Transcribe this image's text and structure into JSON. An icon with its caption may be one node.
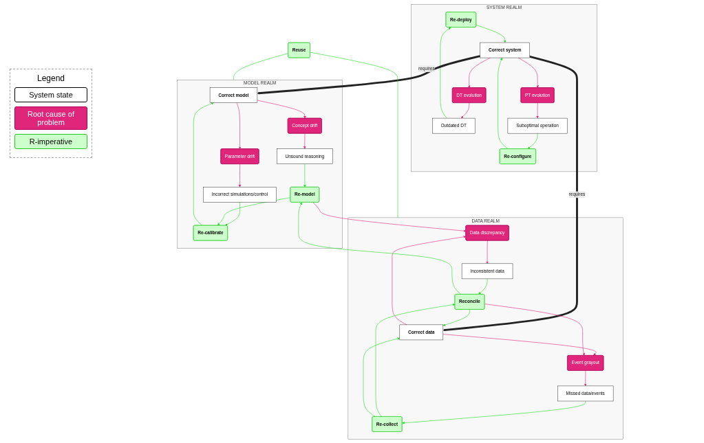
{
  "diagram": {
    "nodes": [
      {
        "text": [
          "SYSTEM REALM"
        ]
      },
      {
        "text": [
          "Re-deploy"
        ],
        "in": 0
      },
      {
        "text": [
          "Re-configure"
        ],
        "in": 0
      },
      {
        "text": [
          "Outdated DT"
        ],
        "in": 0
      },
      {
        "text": [
          "Suboptimal operation"
        ],
        "in": 0
      },
      {
        "text": [
          "DT evolution"
        ],
        "in": 0
      },
      {
        "text": [
          "PT evolution"
        ],
        "in": 0
      },
      {
        "text": [
          "Correct system"
        ],
        "in": 0
      },
      {
        "text": [
          "MODEL REALM"
        ]
      },
      {
        "text": [
          "Correct model"
        ],
        "in": 8
      },
      {
        "text": [
          "Parameter drift"
        ],
        "in": 8
      },
      {
        "text": [
          "Concept drift"
        ],
        "in": 8
      },
      {
        "text": [
          "Incorrect simulations/control"
        ],
        "in": 8
      },
      {
        "text": [
          "Unsound reasoning"
        ],
        "in": 8
      },
      {
        "text": [
          "Re-calibrate"
        ],
        "in": 8
      },
      {
        "text": [
          "Re-model"
        ],
        "in": 8
      },
      {
        "text": [
          "DATA REALM"
        ]
      },
      {
        "text": [
          "Correct data"
        ],
        "in": 16
      },
      {
        "text": [
          "Data discrepancy"
        ],
        "in": 16
      },
      {
        "text": [
          "Event grayout"
        ],
        "in": 16
      },
      {
        "text": [
          "Inconsistent data"
        ],
        "in": 16
      },
      {
        "text": [
          "Missed data/events"
        ],
        "in": 16
      },
      {
        "text": [
          "Reconcile"
        ],
        "in": 16
      },
      {
        "text": [
          "Re-collect"
        ],
        "in": 16
      },
      {
        "text": [
          "Reuse"
        ]
      }
    ],
    "edges": [
      {
        "from": 7,
        "to": 5,
        "arrow": "to",
        "color": "#e0267a"
      },
      {
        "from": 7,
        "to": 6,
        "arrow": "to",
        "color": "#e0267a"
      },
      {
        "from": 5,
        "to": 3,
        "arrow": "to",
        "color": "#e0267a"
      },
      {
        "from": 6,
        "to": 4,
        "arrow": "to",
        "color": "#e0267a"
      },
      {
        "from": 3,
        "to": 1,
        "arrow": "to"
      },
      {
        "from": 4,
        "to": 2,
        "arrow": "to"
      },
      {
        "from": 1,
        "to": 7,
        "arrow": "to"
      },
      {
        "from": 2,
        "to": 7,
        "arrow": "to"
      },
      {
        "from": 7,
        "to": 9,
        "arrow": "to",
        "label": "requires",
        "style": "thick",
        "color": "#222222"
      },
      {
        "from": 7,
        "to": 17,
        "arrow": "to",
        "label": "requires",
        "style": "thick",
        "color": "#222222"
      },
      {
        "from": 9,
        "to": 10,
        "arrow": "to",
        "color": "#e0267a"
      },
      {
        "from": 9,
        "to": 11,
        "arrow": "to",
        "color": "#e0267a"
      },
      {
        "from": 10,
        "to": 12,
        "arrow": "to",
        "color": "#e0267a"
      },
      {
        "from": 11,
        "to": 13,
        "arrow": "to",
        "color": "#e0267a"
      },
      {
        "from": 12,
        "to": 14,
        "arrow": "to"
      },
      {
        "from": 13,
        "to": 15,
        "arrow": "to"
      },
      {
        "from": 15,
        "to": 14,
        "arrow": "to"
      },
      {
        "from": 14,
        "to": 9,
        "arrow": "to"
      },
      {
        "from": 15,
        "to": 18,
        "arrow": "to",
        "color": "#e0267a"
      },
      {
        "from": 17,
        "to": 18,
        "arrow": "to",
        "color": "#e0267a"
      },
      {
        "from": 17,
        "to": 19,
        "arrow": "to",
        "color": "#e0267a"
      },
      {
        "from": 18,
        "to": 20,
        "arrow": "to",
        "color": "#e0267a"
      },
      {
        "from": 19,
        "to": 21,
        "arrow": "to",
        "color": "#e0267a"
      },
      {
        "from": 20,
        "to": 22,
        "arrow": "to"
      },
      {
        "from": 21,
        "to": 23,
        "arrow": "to"
      },
      {
        "from": 23,
        "to": 22,
        "arrow": "to"
      },
      {
        "from": 22,
        "to": 15,
        "arrow": "to"
      },
      {
        "from": 22,
        "to": 17,
        "arrow": "to"
      },
      {
        "from": 23,
        "to": 17,
        "arrow": "to"
      },
      {
        "from": 22,
        "to": 19,
        "arrow": "to",
        "color": "#e0267a"
      },
      {
        "from": 24,
        "to": 8,
        "arrow": "none"
      },
      {
        "from": 24,
        "to": 16,
        "arrow": "none"
      }
    ],
    "labels": [
      "Legend"
    ],
    "legend": [
      {
        "text": "System state",
        "color": "#ffffff"
      },
      {
        "text": "Root cause of problem",
        "color": "#e0267a"
      },
      {
        "text": "R-imperative",
        "color": "#ccffcc"
      }
    ]
  }
}
